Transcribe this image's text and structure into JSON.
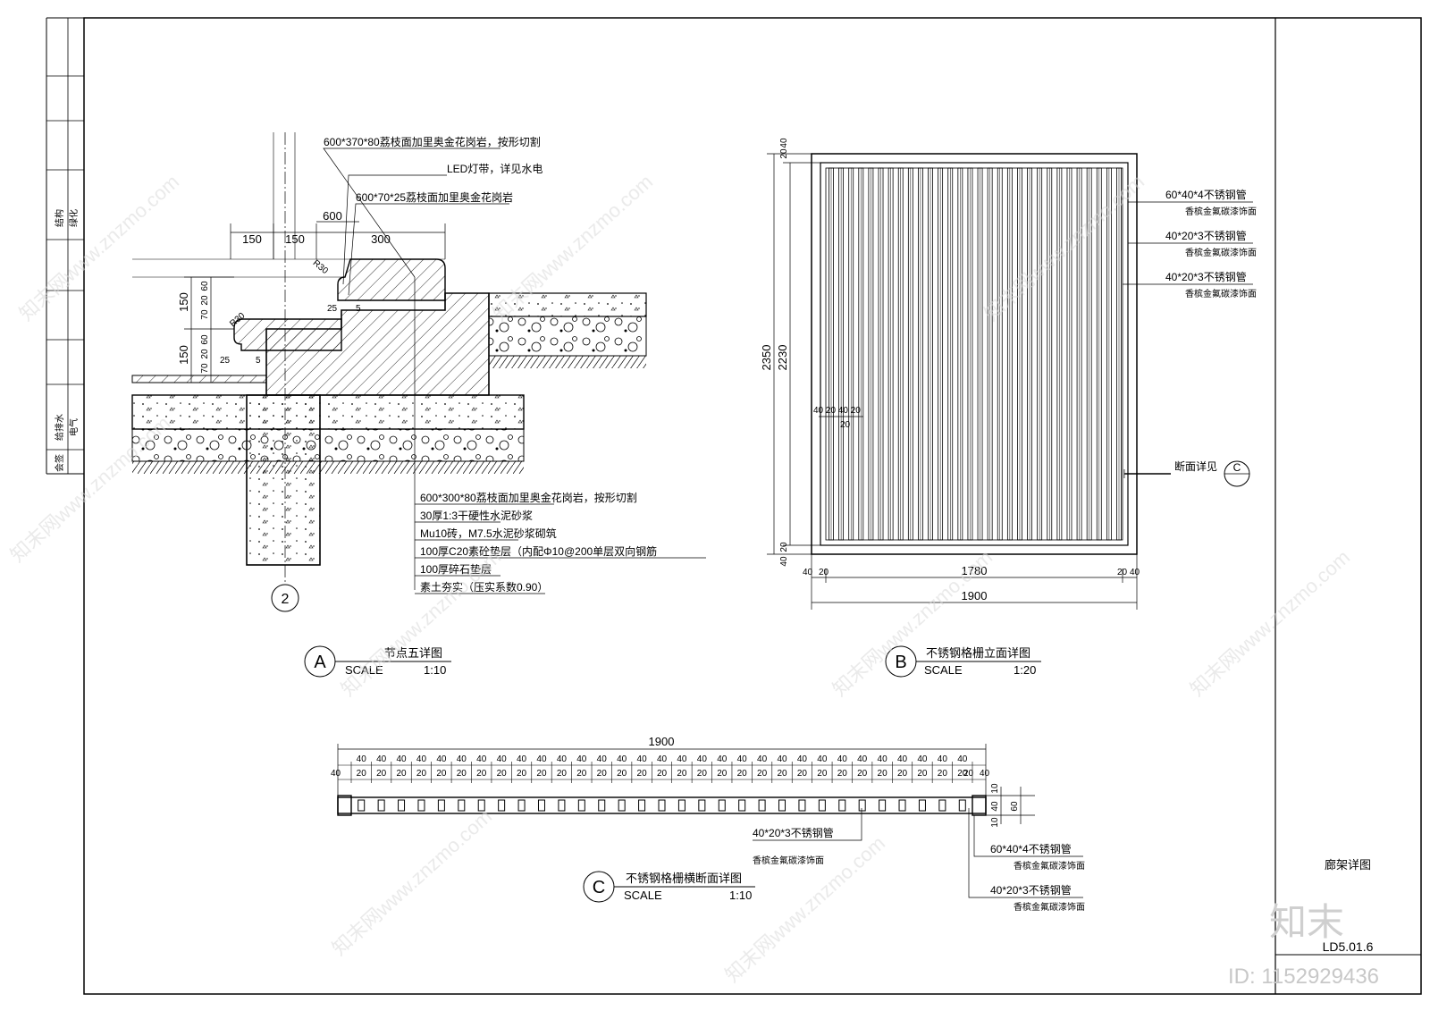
{
  "sheet": {
    "drawing_no": "LD5.01.6",
    "title": "廊架详图",
    "id_stamp": "ID: 1152929436",
    "logo_text": "知末",
    "watermark": "知末网www.znzmo.com",
    "side_labels": [
      "结构",
      "绿化",
      "给排水",
      "电气",
      "会签"
    ]
  },
  "detail_a": {
    "marker": "A",
    "title": "节点五详图",
    "scale_label": "SCALE",
    "scale": "1:10",
    "section_ref": "2",
    "top_notes": [
      "600*370*80荔枝面加里奥金花岗岩，按形切割",
      "LED灯带，详见水电",
      "600*70*25荔枝面加里奥金花岗岩"
    ],
    "dims": {
      "d600": "600",
      "d150a": "150",
      "d150b": "150",
      "d300": "300",
      "r30a": "R30",
      "r30b": "R30",
      "v150a": "150",
      "v150b": "150",
      "v70a": "70",
      "v20a": "20",
      "v60a": "60",
      "v70b": "70",
      "v20b": "20",
      "v60b": "60",
      "h25a": "25",
      "h25b": "25",
      "h5a": "5",
      "h5b": "5"
    },
    "bottom_notes": [
      "600*300*80荔枝面加里奥金花岗岩，按形切割",
      "30厚1:3干硬性水泥砂浆",
      "Mu10砖，M7.5水泥砂浆砌筑",
      "100厚C20素砼垫层（内配Φ10@200单层双向钢筋",
      "100厚碎石垫层",
      "素土夯实（压实系数0.90）"
    ]
  },
  "detail_b": {
    "marker": "B",
    "title": "不锈钢格栅立面详图",
    "scale_label": "SCALE",
    "scale": "1:20",
    "dims": {
      "h2350": "2350",
      "h2230": "2230",
      "h20": "20",
      "h40": "40",
      "h40b": "40",
      "h20b": "20",
      "w1900": "1900",
      "w1780": "1780",
      "w40l": "40",
      "w20l": "20",
      "w20r": "20",
      "w40r": "40",
      "inner": "40 20 40 20",
      "inner2": "20"
    },
    "notes": [
      {
        "main": "60*40*4不锈钢管",
        "sub": "香槟金氟碳漆饰面"
      },
      {
        "main": "40*20*3不锈钢管",
        "sub": "香槟金氟碳漆饰面"
      },
      {
        "main": "40*20*3不锈钢管",
        "sub": "香槟金氟碳漆饰面"
      }
    ],
    "section_note": "断面详见",
    "section_ref": "C"
  },
  "detail_c": {
    "marker": "C",
    "title": "不锈钢格栅横断面详图",
    "scale_label": "SCALE",
    "scale": "1:10",
    "total": "1900",
    "spacing_40": "40",
    "spacing_20": "20",
    "end_40": "40",
    "end_20": "20",
    "v_dims": [
      "10",
      "40",
      "10",
      "60"
    ],
    "notes_left": {
      "main": "40*20*3不锈钢管",
      "sub": "香槟金氟碳漆饰面"
    },
    "notes_right": [
      {
        "main": "60*40*4不锈钢管",
        "sub": "香槟金氟碳漆饰面"
      },
      {
        "main": "40*20*3不锈钢管",
        "sub": "香槟金氟碳漆饰面"
      }
    ]
  }
}
